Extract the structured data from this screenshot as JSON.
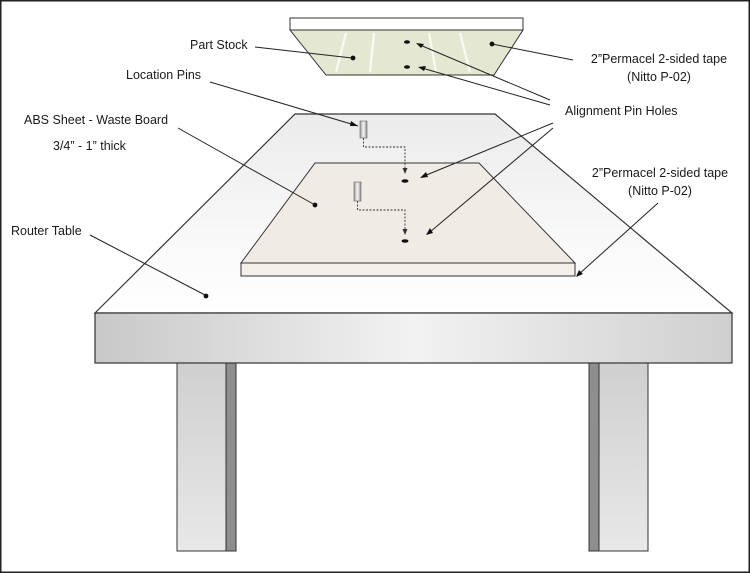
{
  "labels": {
    "part_stock": "Part Stock",
    "location_pins": "Location Pins",
    "abs_sheet": "ABS Sheet - Waste Board",
    "thickness": "3/4” - 1” thick",
    "router_table": "Router Table",
    "tape_top_line1": "2”Permacel 2-sided tape",
    "tape_top_line2": "(Nitto P-02)",
    "alignment_pin_holes": "Alignment Pin Holes",
    "tape_mid_line1": "2”Permacel 2-sided tape",
    "tape_mid_line2": "(Nitto P-02)"
  }
}
